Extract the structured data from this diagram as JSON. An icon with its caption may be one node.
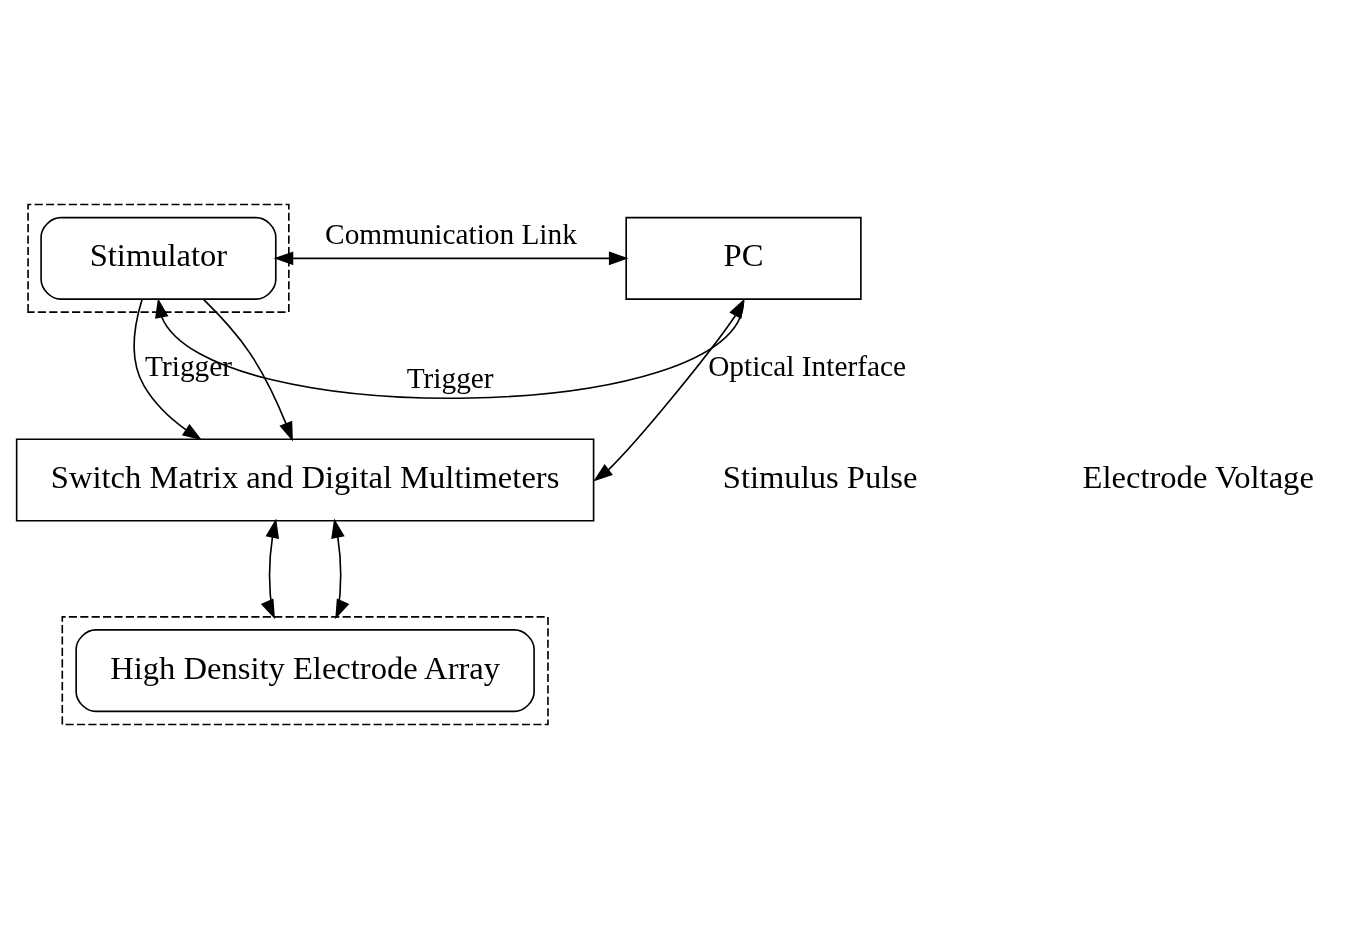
{
  "diagram": {
    "nodes": [
      {
        "text": [],
        "shape": "box"
      },
      {
        "text": [
          "Stimulator"
        ],
        "in": 0
      },
      {
        "text": [
          "PC"
        ]
      },
      {
        "text": [
          "Switch Matrix and Digital Multimeters"
        ]
      },
      {
        "text": [],
        "shape": "box"
      },
      {
        "text": [
          "High Density Electrode Array"
        ],
        "in": 4
      }
    ],
    "edges": [
      {
        "from": 1,
        "to": 2,
        "arrow": "both",
        "label": "Communication Link"
      },
      {
        "from": 2,
        "to": 1,
        "arrow": "to",
        "label": "Trigger"
      },
      {
        "from": 1,
        "to": 3,
        "arrow": "to",
        "label": "Trigger"
      },
      {
        "from": 1,
        "to": 3,
        "arrow": "to"
      },
      {
        "from": 2,
        "to": 3,
        "arrow": "both",
        "label": "Optical Interface"
      },
      {
        "from": 3,
        "to": 4,
        "arrow": "both"
      },
      {
        "from": 3,
        "to": 4,
        "arrow": "both"
      }
    ],
    "labels": [
      "Stimulus Pulse",
      "Electrode Voltage"
    ]
  }
}
